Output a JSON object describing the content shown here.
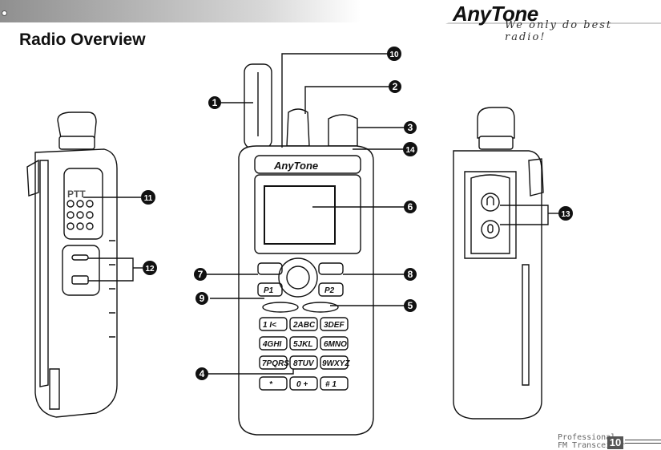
{
  "header": {
    "brand": "AnyTone",
    "tagline": "We only do best radio!",
    "page_title": "Radio Overview"
  },
  "callouts": [
    "1",
    "2",
    "3",
    "4",
    "5",
    "6",
    "7",
    "8",
    "9",
    "10",
    "11",
    "12",
    "13",
    "14"
  ],
  "radio": {
    "front_logo": "AnyTone",
    "ptt_label": "PTT",
    "keys": [
      "1 I<",
      "2ABC",
      "3DEF",
      "4GHI",
      "5JKL",
      "6MNO",
      "7PQRS",
      "8TUV",
      "9WXYZ",
      "*",
      "0 +",
      "# 1"
    ],
    "p1": "P1",
    "p2": "P2"
  },
  "footer": {
    "line1": "Professional",
    "line2": "FM Transceiver",
    "page_number": "10"
  },
  "colors": {
    "header_gradient_start": "#9a9a9a",
    "header_gradient_end": "#ffffff",
    "callout_fill": "#111111",
    "line": "#111111"
  }
}
